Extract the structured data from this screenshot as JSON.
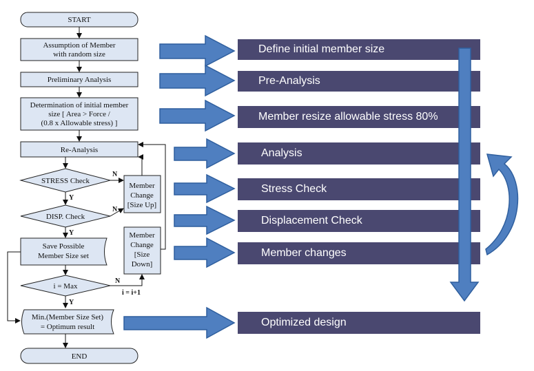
{
  "flowchart": {
    "start": "START",
    "assume": [
      "Assumption of Member",
      "with random size"
    ],
    "prelim": "Preliminary Analysis",
    "determine": [
      "Determination of initial member",
      "size [ Area  >  Force  /",
      "(0.8 x Allowable stress) ]"
    ],
    "reanalysis": "Re-Analysis",
    "stress_check": "STRESS Check",
    "disp_check": "DISP.  Check",
    "size_up": [
      "Member",
      "Change",
      "[Size Up]"
    ],
    "size_down": [
      "Member",
      "Change",
      "[Size",
      "Down]"
    ],
    "save": [
      "Save Possible",
      "Member Size set"
    ],
    "i_max": "i = Max",
    "increment": "i = i+1",
    "min": [
      "Min.(Member Size Set)",
      "= Optimum result"
    ],
    "end": "END",
    "yes": "Y",
    "no": "N"
  },
  "steps": [
    "Define initial member size",
    "Pre-Analysis",
    "Member resize allowable stress 80%",
    "Analysis",
    "Stress Check",
    "Displacement  Check",
    "Member changes",
    "Optimized design"
  ],
  "colors": {
    "bar": "#4a4870",
    "arrow": "#4f7fc0",
    "arrow_border": "#2f5f9e",
    "box_fill": "#dde6f3"
  }
}
